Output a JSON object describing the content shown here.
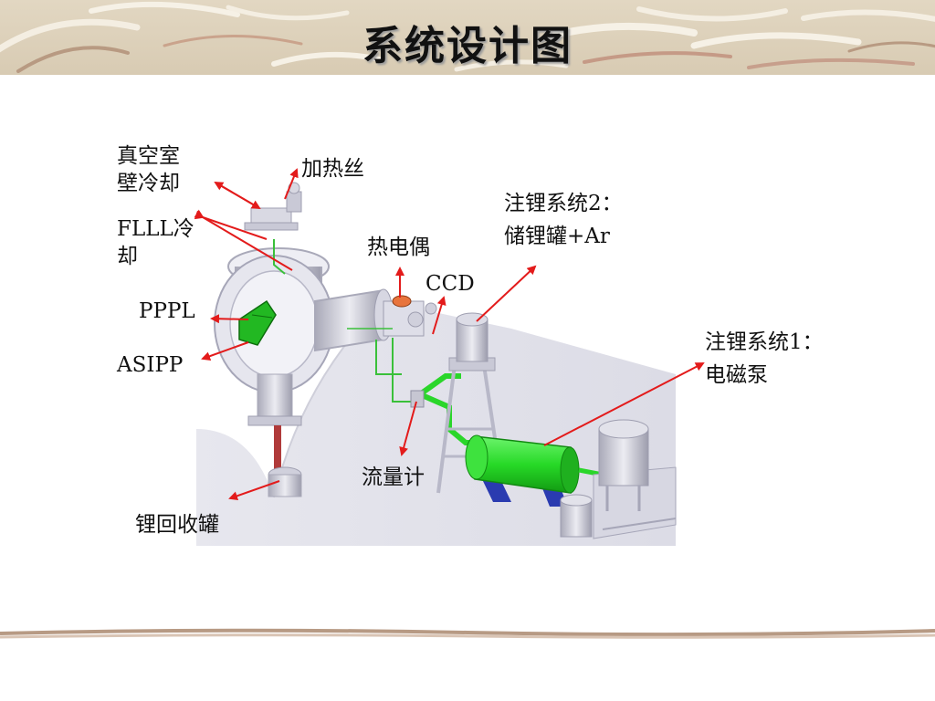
{
  "slide": {
    "title": "系统设计图"
  },
  "labels": {
    "vacuum_wall_cooling": [
      "真空室",
      "壁冷却"
    ],
    "heater_wire": "加热丝",
    "flll_cooling": [
      "FLLL冷",
      "却"
    ],
    "thermocouple": "热电偶",
    "ccd": "CCD",
    "lithium_injection_2": [
      "注锂系统2：",
      "储锂罐+Ar"
    ],
    "pppl": "PPPL",
    "asipp": "ASIPP",
    "lithium_injection_1": [
      "注锂系统1：",
      "电磁泵"
    ],
    "flowmeter": "流量计",
    "lithium_recovery_tank": "锂回收罐"
  },
  "colors": {
    "arrow": "#e31b1b",
    "pump_green": "#2ee62e",
    "equipment_gray": "#c9c9d6",
    "pump_base_blue": "#2a3bb0"
  }
}
